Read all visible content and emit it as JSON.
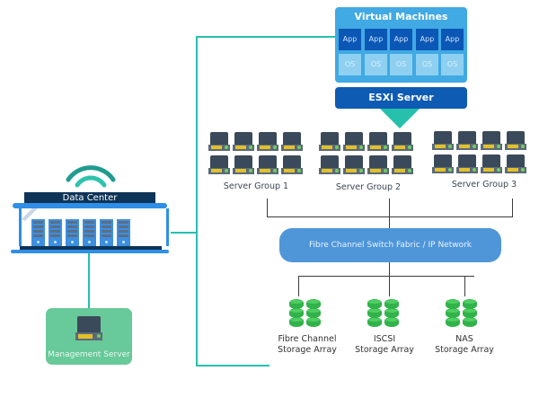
{
  "virtual_machines": {
    "title": "Virtual Machines",
    "apps": [
      "App",
      "App",
      "App",
      "App",
      "App"
    ],
    "os": [
      "OS",
      "OS",
      "OS",
      "OS",
      "OS"
    ]
  },
  "esxi": {
    "label": "ESXi Server"
  },
  "server_groups": [
    {
      "label": "Server Group 1",
      "servers": 8
    },
    {
      "label": "Server Group 2",
      "servers": 8
    },
    {
      "label": "Server Group 3",
      "servers": 8
    }
  ],
  "fabric": {
    "label": "Fibre Channel Switch Fabric / IP Network"
  },
  "storage": [
    {
      "line1": "Fibre Channel",
      "line2": "Storage Array"
    },
    {
      "line1": "ISCSI",
      "line2": "Storage Array"
    },
    {
      "line1": "NAS",
      "line2": "Storage Array"
    }
  ],
  "data_center": {
    "label": "Data Center",
    "racks": 6,
    "icon": "wifi-icon"
  },
  "management": {
    "label": "Management Server",
    "icon": "server-icon"
  },
  "colors": {
    "teal": "#26c0ad",
    "vm_blue": "#41a9e3",
    "esxi_blue": "#0e5bb4",
    "fabric_blue": "#4f96d9",
    "storage_green": "#32b24a",
    "management_green": "#68c99a",
    "datacenter_navy": "#0e3457"
  }
}
